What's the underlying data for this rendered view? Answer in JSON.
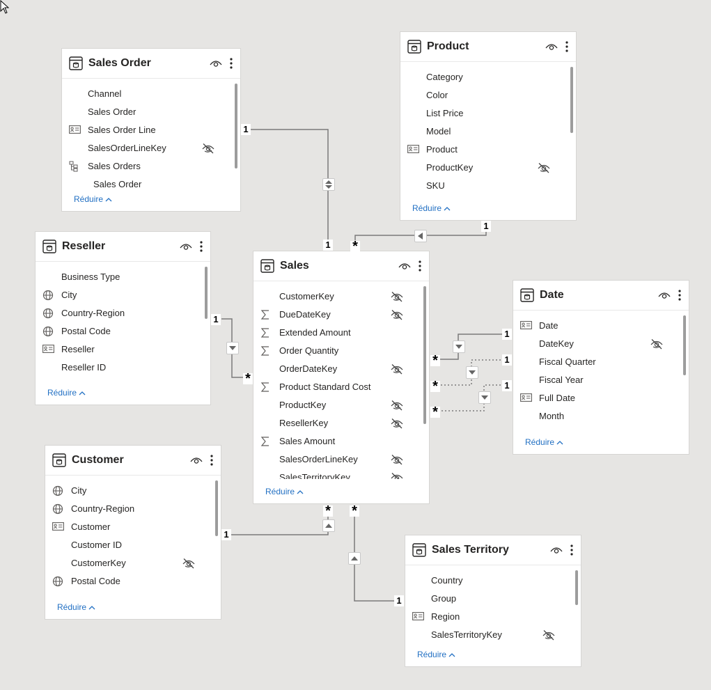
{
  "collapse_label": "Réduire",
  "tables": {
    "sales_order": {
      "title": "Sales Order",
      "fields": [
        {
          "name": "Channel",
          "icon": "none",
          "hidden": false
        },
        {
          "name": "Sales Order",
          "icon": "none",
          "hidden": false
        },
        {
          "name": "Sales Order Line",
          "icon": "id-card-icon",
          "hidden": false
        },
        {
          "name": "SalesOrderLineKey",
          "icon": "none",
          "hidden": true
        },
        {
          "name": "Sales Orders",
          "icon": "hierarchy-icon",
          "hidden": false
        },
        {
          "name": "Sales Order",
          "icon": "none",
          "hidden": false,
          "level": 1
        }
      ]
    },
    "product": {
      "title": "Product",
      "fields": [
        {
          "name": "Category",
          "icon": "none",
          "hidden": false
        },
        {
          "name": "Color",
          "icon": "none",
          "hidden": false
        },
        {
          "name": "List Price",
          "icon": "none",
          "hidden": false
        },
        {
          "name": "Model",
          "icon": "none",
          "hidden": false
        },
        {
          "name": "Product",
          "icon": "id-card-icon",
          "hidden": false
        },
        {
          "name": "ProductKey",
          "icon": "none",
          "hidden": true
        },
        {
          "name": "SKU",
          "icon": "none",
          "hidden": false
        }
      ]
    },
    "reseller": {
      "title": "Reseller",
      "fields": [
        {
          "name": "Business Type",
          "icon": "none",
          "hidden": false
        },
        {
          "name": "City",
          "icon": "globe-icon",
          "hidden": false
        },
        {
          "name": "Country-Region",
          "icon": "globe-icon",
          "hidden": false
        },
        {
          "name": "Postal Code",
          "icon": "globe-icon",
          "hidden": false
        },
        {
          "name": "Reseller",
          "icon": "id-card-icon",
          "hidden": false
        },
        {
          "name": "Reseller ID",
          "icon": "none",
          "hidden": false
        }
      ]
    },
    "sales": {
      "title": "Sales",
      "fields": [
        {
          "name": "CustomerKey",
          "icon": "none",
          "hidden": true
        },
        {
          "name": "DueDateKey",
          "icon": "sigma-icon",
          "hidden": true
        },
        {
          "name": "Extended Amount",
          "icon": "sigma-icon",
          "hidden": false
        },
        {
          "name": "Order Quantity",
          "icon": "sigma-icon",
          "hidden": false
        },
        {
          "name": "OrderDateKey",
          "icon": "none",
          "hidden": true
        },
        {
          "name": "Product Standard Cost",
          "icon": "sigma-icon",
          "hidden": false
        },
        {
          "name": "ProductKey",
          "icon": "none",
          "hidden": true
        },
        {
          "name": "ResellerKey",
          "icon": "none",
          "hidden": true
        },
        {
          "name": "Sales Amount",
          "icon": "sigma-icon",
          "hidden": false
        },
        {
          "name": "SalesOrderLineKey",
          "icon": "none",
          "hidden": true
        },
        {
          "name": "SalesTerritoryKey",
          "icon": "none",
          "hidden": true
        }
      ]
    },
    "date": {
      "title": "Date",
      "fields": [
        {
          "name": "Date",
          "icon": "id-card-icon",
          "hidden": false
        },
        {
          "name": "DateKey",
          "icon": "none",
          "hidden": true
        },
        {
          "name": "Fiscal Quarter",
          "icon": "none",
          "hidden": false
        },
        {
          "name": "Fiscal Year",
          "icon": "none",
          "hidden": false
        },
        {
          "name": "Full Date",
          "icon": "id-card-icon",
          "hidden": false
        },
        {
          "name": "Month",
          "icon": "none",
          "hidden": false
        }
      ]
    },
    "customer": {
      "title": "Customer",
      "fields": [
        {
          "name": "City",
          "icon": "globe-icon",
          "hidden": false
        },
        {
          "name": "Country-Region",
          "icon": "globe-icon",
          "hidden": false
        },
        {
          "name": "Customer",
          "icon": "id-card-icon",
          "hidden": false
        },
        {
          "name": "Customer ID",
          "icon": "none",
          "hidden": false
        },
        {
          "name": "CustomerKey",
          "icon": "none",
          "hidden": true
        },
        {
          "name": "Postal Code",
          "icon": "globe-icon",
          "hidden": false
        }
      ]
    },
    "sales_territory": {
      "title": "Sales Territory",
      "fields": [
        {
          "name": "Country",
          "icon": "none",
          "hidden": false
        },
        {
          "name": "Group",
          "icon": "none",
          "hidden": false
        },
        {
          "name": "Region",
          "icon": "id-card-icon",
          "hidden": false
        },
        {
          "name": "SalesTerritoryKey",
          "icon": "none",
          "hidden": true
        }
      ]
    }
  },
  "relationships": [
    {
      "from": "Sales Order",
      "to": "Sales",
      "from_card": "1",
      "to_card": "1",
      "direction": "both",
      "active": true
    },
    {
      "from": "Product",
      "to": "Sales",
      "from_card": "1",
      "to_card": "*",
      "direction": "single",
      "active": true
    },
    {
      "from": "Reseller",
      "to": "Sales",
      "from_card": "1",
      "to_card": "*",
      "direction": "single",
      "active": true
    },
    {
      "from": "Date",
      "to": "Sales",
      "from_card": "1",
      "to_card": "*",
      "direction": "single",
      "active": true
    },
    {
      "from": "Date",
      "to": "Sales",
      "from_card": "1",
      "to_card": "*",
      "direction": "single",
      "active": false
    },
    {
      "from": "Date",
      "to": "Sales",
      "from_card": "1",
      "to_card": "*",
      "direction": "single",
      "active": false
    },
    {
      "from": "Customer",
      "to": "Sales",
      "from_card": "1",
      "to_card": "*",
      "direction": "single",
      "active": true
    },
    {
      "from": "Sales Territory",
      "to": "Sales",
      "from_card": "1",
      "to_card": "*",
      "direction": "single",
      "active": true
    }
  ],
  "cardinality": {
    "one": "1",
    "many": "*"
  },
  "colors": {
    "canvas": "#e6e5e3",
    "card": "#ffffff",
    "link": "#2270c3",
    "line": "#7a7a7a"
  }
}
